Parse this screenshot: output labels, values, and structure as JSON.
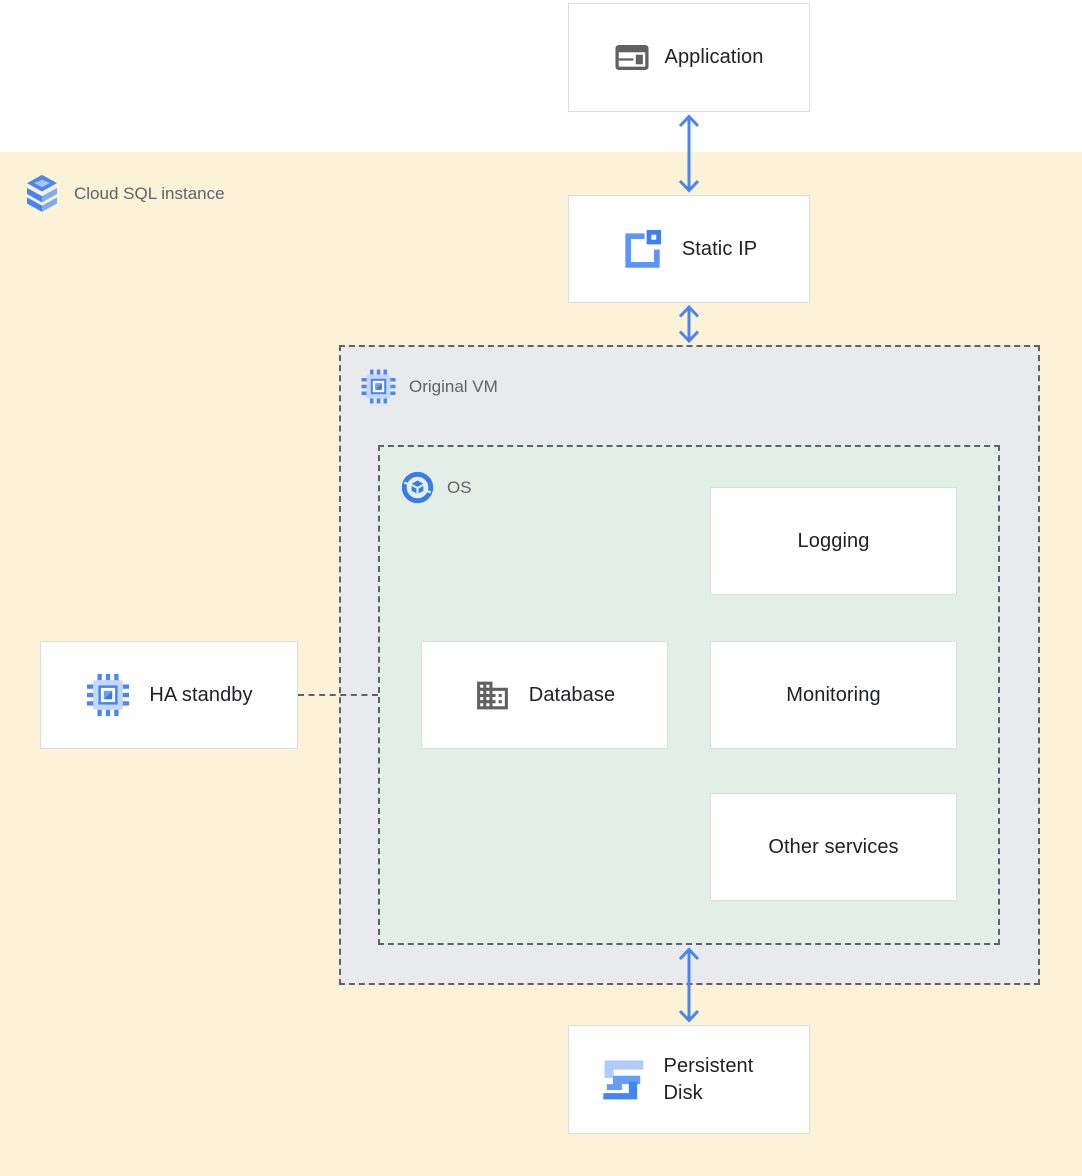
{
  "regions": {
    "cloud_sql_instance": {
      "label": "Cloud SQL instance",
      "icon": "cloud-sql-icon",
      "bg": "#FBF2D7"
    },
    "original_vm": {
      "label": "Original VM",
      "icon": "compute-engine-icon",
      "bg": "#E9EAED"
    },
    "os": {
      "label": "OS",
      "icon": "os-icon",
      "bg": "#E1EFE6"
    }
  },
  "nodes": {
    "application": {
      "label": "Application",
      "icon": "app-window-icon"
    },
    "static_ip": {
      "label": "Static IP",
      "icon": "external-ip-icon"
    },
    "ha_standby": {
      "label": "HA standby",
      "icon": "compute-engine-icon"
    },
    "database": {
      "label": "Database",
      "icon": "building-icon"
    },
    "logging": {
      "label": "Logging"
    },
    "monitoring": {
      "label": "Monitoring"
    },
    "other_services": {
      "label": "Other services"
    },
    "persistent_disk": {
      "label": "Persistent Disk",
      "icon": "persistent-disk-icon"
    }
  },
  "connections": [
    {
      "from": "application",
      "to": "static_ip",
      "style": "double-headed-arrow",
      "color": "#4A85EE"
    },
    {
      "from": "static_ip",
      "to": "original_vm",
      "style": "double-headed-arrow",
      "color": "#4A85EE"
    },
    {
      "from": "os",
      "to": "persistent_disk",
      "style": "double-headed-arrow",
      "color": "#4A85EE"
    },
    {
      "from": "ha_standby",
      "to": "os",
      "style": "dashed-line",
      "color": "#5F6368"
    }
  ],
  "colors": {
    "yellow_bg": "#FBF2D7",
    "vm_bg": "#E9EAED",
    "os_bg": "#E1EFE6",
    "card_border": "#DADCE0",
    "dashed_border": "#5F6368",
    "arrow": "#4A85EE",
    "card_text": "#202124",
    "region_label_text": "#5F6368"
  }
}
